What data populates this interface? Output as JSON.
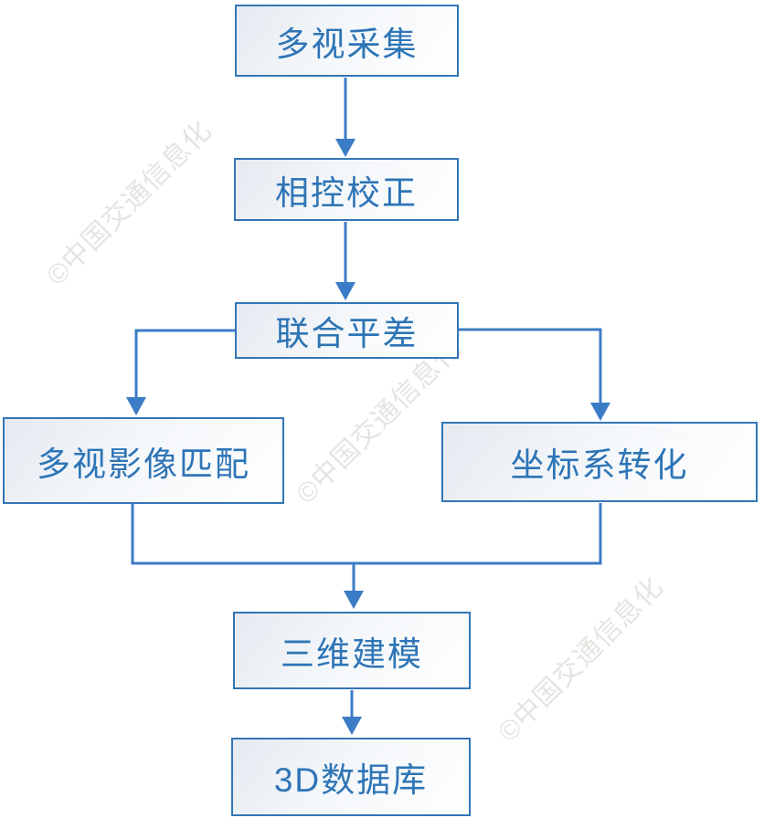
{
  "diagram": {
    "title": "",
    "type": "flowchart",
    "nodes": [
      {
        "id": "multiview-capture",
        "label": "多视采集"
      },
      {
        "id": "phase-control-correction",
        "label": "相控校正"
      },
      {
        "id": "joint-adjustment",
        "label": "联合平差"
      },
      {
        "id": "multiview-image-matching",
        "label": "多视影像匹配"
      },
      {
        "id": "coordinate-transform",
        "label": "坐标系转化"
      },
      {
        "id": "3d-modeling",
        "label": "三维建模"
      },
      {
        "id": "3d-database",
        "label": "3D数据库"
      }
    ],
    "edges": [
      {
        "from": "多视采集",
        "to": "相控校正"
      },
      {
        "from": "相控校正",
        "to": "联合平差"
      },
      {
        "from": "联合平差",
        "to": "多视影像匹配"
      },
      {
        "from": "联合平差",
        "to": "坐标系转化"
      },
      {
        "from": "多视影像匹配",
        "to": "三维建模"
      },
      {
        "from": "坐标系转化",
        "to": "三维建模"
      },
      {
        "from": "三维建模",
        "to": "3D数据库"
      }
    ]
  },
  "watermark": {
    "text": "©中国交通信息化"
  },
  "colors": {
    "node_border": "#3376b5",
    "node_text": "#2e75b6",
    "connector": "#3b7cc6",
    "background": "#ffffff"
  }
}
